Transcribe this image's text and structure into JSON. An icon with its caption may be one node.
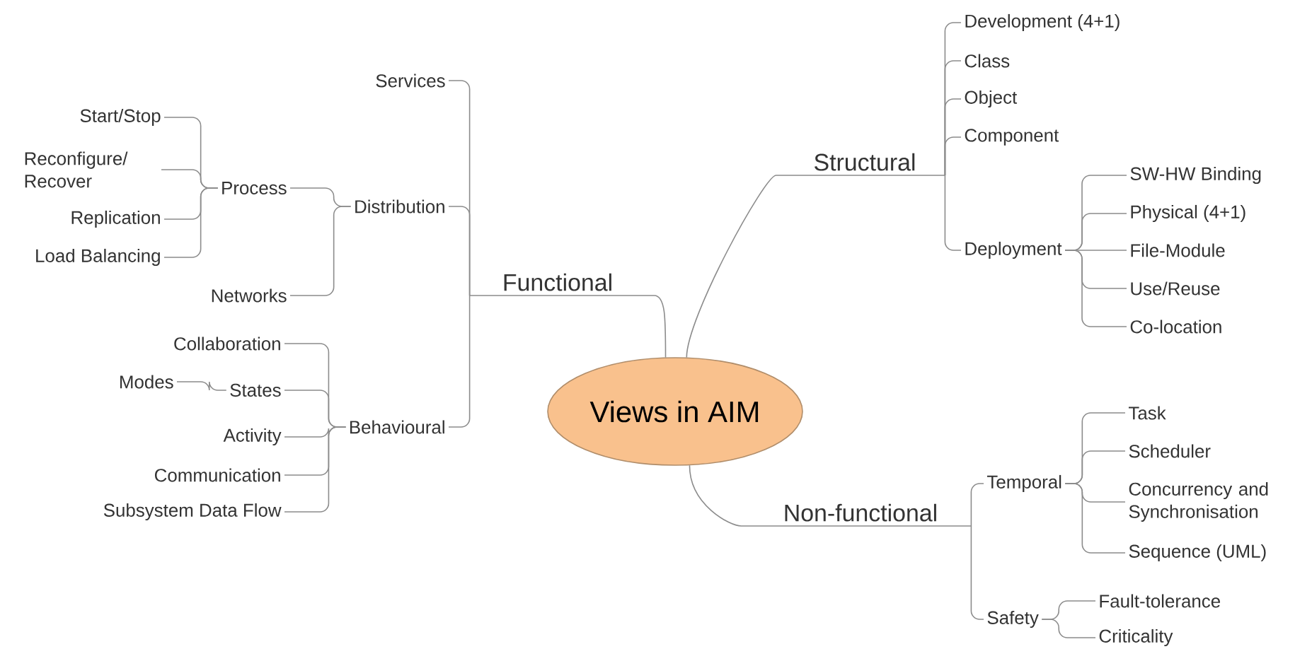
{
  "diagram": {
    "nodes": [
      {
        "text": [
          "Views in AIM"
        ]
      },
      {
        "text": [
          "Functional"
        ]
      },
      {
        "text": [
          "Services"
        ]
      },
      {
        "text": [
          "Distribution"
        ]
      },
      {
        "text": [
          "Process"
        ]
      },
      {
        "text": [
          "Start/Stop"
        ]
      },
      {
        "text": [
          "Reconfigure/ Recover"
        ]
      },
      {
        "text": [
          "Replication"
        ]
      },
      {
        "text": [
          "Load Balancing"
        ]
      },
      {
        "text": [
          "Networks"
        ]
      },
      {
        "text": [
          "Behavioural"
        ]
      },
      {
        "text": [
          "Collaboration"
        ]
      },
      {
        "text": [
          "States"
        ]
      },
      {
        "text": [
          "Modes"
        ]
      },
      {
        "text": [
          "Activity"
        ]
      },
      {
        "text": [
          "Communication"
        ]
      },
      {
        "text": [
          "Subsystem Data Flow"
        ]
      },
      {
        "text": [
          "Structural"
        ]
      },
      {
        "text": [
          "Development (4+1)"
        ]
      },
      {
        "text": [
          "Class"
        ]
      },
      {
        "text": [
          "Object"
        ]
      },
      {
        "text": [
          "Component"
        ]
      },
      {
        "text": [
          "Deployment"
        ]
      },
      {
        "text": [
          "SW-HW Binding"
        ]
      },
      {
        "text": [
          "Physical (4+1)"
        ]
      },
      {
        "text": [
          "File-Module"
        ]
      },
      {
        "text": [
          "Use/Reuse"
        ]
      },
      {
        "text": [
          "Co-location"
        ]
      },
      {
        "text": [
          "Non-functional"
        ]
      },
      {
        "text": [
          "Temporal"
        ]
      },
      {
        "text": [
          "Task"
        ]
      },
      {
        "text": [
          "Scheduler"
        ]
      },
      {
        "text": [
          "Concurrency and Synchronisation"
        ]
      },
      {
        "text": [
          "Sequence (UML)"
        ]
      },
      {
        "text": [
          "Safety"
        ]
      },
      {
        "text": [
          "Fault-tolerance"
        ]
      },
      {
        "text": [
          "Criticality"
        ]
      }
    ],
    "edges": [
      {
        "from": 0,
        "to": 1,
        "arrow": "none"
      },
      {
        "from": 1,
        "to": 2,
        "arrow": "none"
      },
      {
        "from": 1,
        "to": 3,
        "arrow": "none"
      },
      {
        "from": 3,
        "to": 4,
        "arrow": "none"
      },
      {
        "from": 4,
        "to": 5,
        "arrow": "none"
      },
      {
        "from": 4,
        "to": 6,
        "arrow": "none"
      },
      {
        "from": 4,
        "to": 7,
        "arrow": "none"
      },
      {
        "from": 4,
        "to": 8,
        "arrow": "none"
      },
      {
        "from": 3,
        "to": 9,
        "arrow": "none"
      },
      {
        "from": 1,
        "to": 10,
        "arrow": "none"
      },
      {
        "from": 10,
        "to": 11,
        "arrow": "none"
      },
      {
        "from": 10,
        "to": 12,
        "arrow": "none"
      },
      {
        "from": 12,
        "to": 13,
        "arrow": "none"
      },
      {
        "from": 10,
        "to": 14,
        "arrow": "none"
      },
      {
        "from": 10,
        "to": 15,
        "arrow": "none"
      },
      {
        "from": 10,
        "to": 16,
        "arrow": "none"
      },
      {
        "from": 0,
        "to": 17,
        "arrow": "none"
      },
      {
        "from": 17,
        "to": 18,
        "arrow": "none"
      },
      {
        "from": 17,
        "to": 19,
        "arrow": "none"
      },
      {
        "from": 17,
        "to": 20,
        "arrow": "none"
      },
      {
        "from": 17,
        "to": 21,
        "arrow": "none"
      },
      {
        "from": 17,
        "to": 22,
        "arrow": "none"
      },
      {
        "from": 22,
        "to": 23,
        "arrow": "none"
      },
      {
        "from": 22,
        "to": 24,
        "arrow": "none"
      },
      {
        "from": 22,
        "to": 25,
        "arrow": "none"
      },
      {
        "from": 22,
        "to": 26,
        "arrow": "none"
      },
      {
        "from": 22,
        "to": 27,
        "arrow": "none"
      },
      {
        "from": 0,
        "to": 28,
        "arrow": "none"
      },
      {
        "from": 28,
        "to": 29,
        "arrow": "none"
      },
      {
        "from": 29,
        "to": 30,
        "arrow": "none"
      },
      {
        "from": 29,
        "to": 31,
        "arrow": "none"
      },
      {
        "from": 29,
        "to": 32,
        "arrow": "none"
      },
      {
        "from": 29,
        "to": 33,
        "arrow": "none"
      },
      {
        "from": 28,
        "to": 34,
        "arrow": "none"
      },
      {
        "from": 34,
        "to": 35,
        "arrow": "none"
      },
      {
        "from": 34,
        "to": 36,
        "arrow": "none"
      }
    ]
  }
}
